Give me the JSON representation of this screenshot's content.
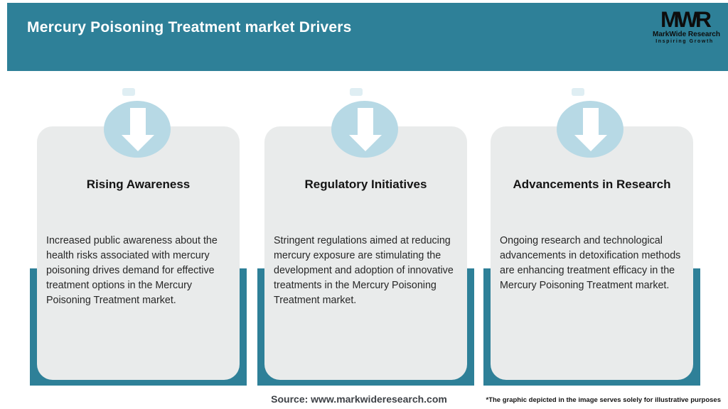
{
  "header": {
    "title": "Mercury Poisoning Treatment market Drivers"
  },
  "logo": {
    "monogram": "MWR",
    "name": "MarkWide Research",
    "tagline": "Inspiring Growth"
  },
  "cards": [
    {
      "title": "Rising Awareness",
      "body": "Increased public awareness about the health risks associated with mercury poisoning drives demand for effective treatment options in the Mercury Poisoning Treatment market.",
      "icon": "down-arrow-icon"
    },
    {
      "title": "Regulatory Initiatives",
      "body": "Stringent regulations aimed at reducing mercury exposure are stimulating the development and adoption of innovative treatments in the Mercury Poisoning Treatment market.",
      "icon": "down-arrow-icon"
    },
    {
      "title": "Advancements in Research",
      "body": "Ongoing research and technological advancements in detoxification methods are enhancing treatment efficacy in the Mercury Poisoning Treatment market.",
      "icon": "down-arrow-icon"
    }
  ],
  "footer": {
    "source": "Source: www.markwideresearch.com",
    "disclaimer": "*The graphic depicted in the image serves solely for illustrative purposes"
  },
  "colors": {
    "teal": "#2e8098",
    "light_blue": "#b7d9e5",
    "card_bg": "#e9ebeb",
    "header_text": "#ffffff",
    "body_text": "#272727"
  }
}
